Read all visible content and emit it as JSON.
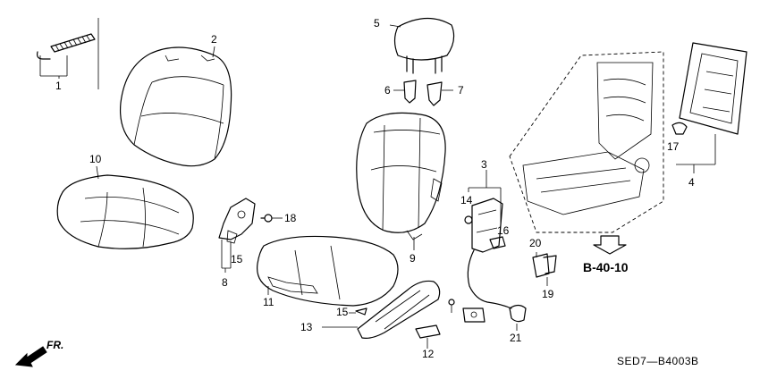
{
  "diagram": {
    "code": "SED7—B4003B",
    "reference": "B-40-10",
    "front_label": "FR.",
    "callouts": {
      "c1": "1",
      "c2": "2",
      "c3": "3",
      "c4": "4",
      "c5": "5",
      "c6": "6",
      "c7": "7",
      "c8": "8",
      "c9": "9",
      "c10": "10",
      "c11": "11",
      "c12": "12",
      "c13": "13",
      "c14": "14",
      "c15a": "15",
      "c15b": "15",
      "c16": "16",
      "c17": "17",
      "c18": "18",
      "c19": "19",
      "c20": "20",
      "c21": "21"
    }
  }
}
